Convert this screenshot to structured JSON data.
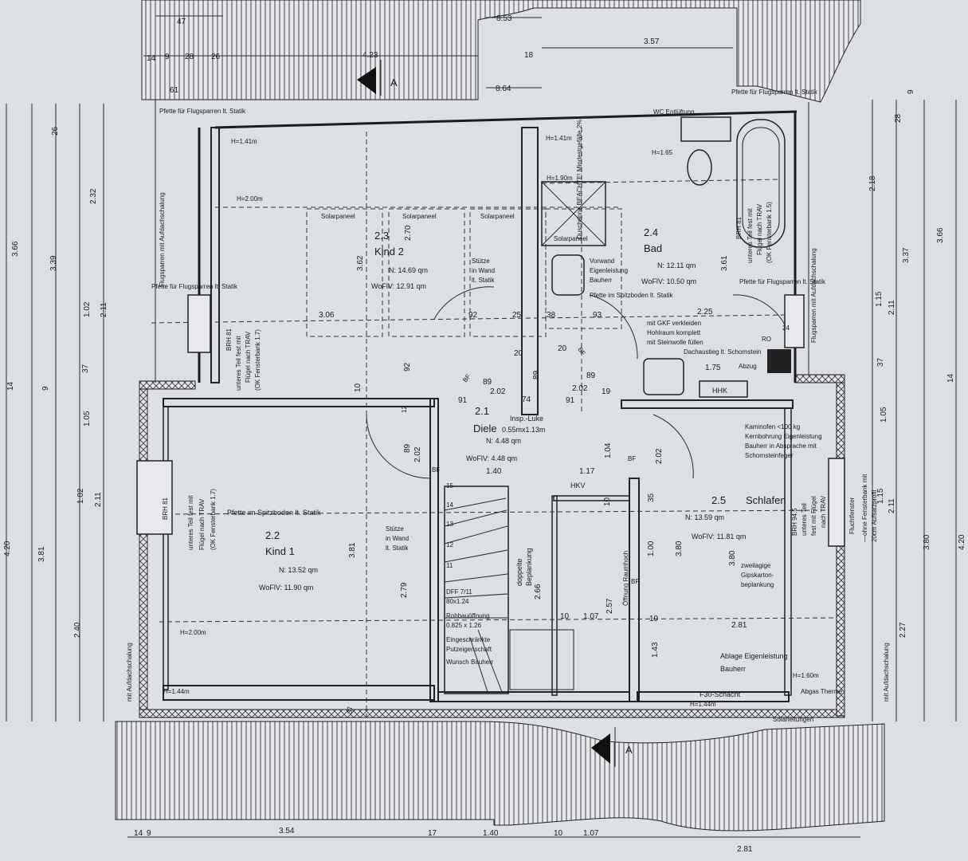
{
  "rooms": {
    "kind2": {
      "number": "2.3",
      "name": "Kind 2",
      "area": "N: 14.69 qm",
      "wofiv": "WoFlV: 12.91 qm"
    },
    "bad": {
      "number": "2.4",
      "name": "Bad",
      "area": "N: 12.11 qm",
      "wofiv": "WoFlV: 10.50 qm"
    },
    "diele": {
      "number": "2.1",
      "name": "Diele",
      "area": "N: 4.48 qm",
      "wofiv": "WoFlV: 4.48 qm",
      "hatch": "Insp.-Luke",
      "hatch_size": "0.55mx1.13m"
    },
    "kind1": {
      "number": "2.2",
      "name": "Kind 1",
      "area": "N: 13.52 qm",
      "wofiv": "WoFlV: 11.90 qm"
    },
    "schlafen": {
      "number": "2.5",
      "name": "Schlafen",
      "area": "N: 13.59 qm",
      "wofiv": "WoFlV: 11.81 qm"
    }
  },
  "labels": {
    "pfette_flug_top": "Pfette für Flugsparren lt. Statik",
    "pfette_flug_left": "Pfette für Flugsparren lt. Statik",
    "pfette_flug_right": "Pfette für Flugsparren lt. Statik",
    "pfette_spitz_top": "Pfette im Spitzboden lt. Statik",
    "pfette_spitz_mid": "Pfette im Spitzboden lt. Statik",
    "flugsparren_left": "Flugsparren mit Aufdachschalung",
    "flugsparren_right": "Flugsparren mit Aufdachschalung",
    "aufdach_left": "mit Aufdachschalung",
    "aufdach_right": "mit Aufdachschalung",
    "solar1": "Solarpaneel",
    "solar2": "Solarpaneel",
    "solar3": "Solarpaneel",
    "solar4": "Solarpaneel",
    "stuetze_top_1": "Stütze",
    "stuetze_top_2": "in Wand",
    "stuetze_top_3": "lt. Statik",
    "stuetze_mid_1": "Stütze",
    "stuetze_mid_2": "in Wand",
    "stuetze_mid_3": "lt. Statik",
    "vorwand_1": "Vorwand",
    "vorwand_2": "Eigenleistung",
    "vorwand_3": "Bauherr",
    "gkf_1": "mit GKF verkleiden",
    "gkf_2": "Hohlraum komplett",
    "gkf_3": "mit Steinwolle füllen",
    "wc": "WC Entlüftung",
    "dusche": "Duschrinne BEACHTE! Mindestgefälle 2%",
    "dachaust": "Dachaustieg lt. Schornstein",
    "kamin_1": "Kaminofen <100 kg",
    "kamin_2": "Kernbohrung Eigenleistung",
    "kamin_3": "Bauherr in Absprache mit",
    "kamin_4": "Schornsteinfeger",
    "gips_1": "zweilagige",
    "gips_2": "Gipskarton-",
    "gips_3": "beplankung",
    "ablage_1": "Ablage Eigenleistung",
    "ablage_2": "Bauherr",
    "f30": "F30-Schacht",
    "therme": "Abgas Therme",
    "solarleitungen": "Solarleitungen",
    "hhk": "HHK",
    "hkv": "HKV",
    "abzug": "Abzug",
    "ro": "RO",
    "doppelte_1": "doppelte",
    "doppelte_2": "Beplankung",
    "oeffnung": "Öffnung Raumhoch",
    "fluchtfenster": "Fluchtfenster",
    "fensterbank_note_1": "—ohne Fensterbank mit",
    "fensterbank_note_2": "20cm Aufsatzprofil",
    "brh_kind2": "BRH 81",
    "brh_kind1": "BRH 81",
    "brh_bad": "BRH 81",
    "brh_schlaf": "BRH 94.5",
    "fenster_kind2_1": "unteres Teil fest mit",
    "fenster_kind2_2": "Flügel nach TRAV",
    "fenster_kind2_3": "(OK Fensterbank 1.7)",
    "fenster_kind1_1": "unteres Teil fest mit",
    "fenster_kind1_2": "Flügel nach TRAV",
    "fenster_kind1_3": "(OK Fensterbank 1.7)",
    "fenster_bad_1": "unteres Teil fest mit",
    "fenster_bad_2": "Flügel nach TRAV",
    "fenster_bad_3": "(OK Fensterbank 1.5)",
    "fenster_schlaf_1": "unteres Teil",
    "fenster_schlaf_2": "fest mit Flügel",
    "fenster_schlaf_3": "nach TRAV",
    "stair_1": "DFF 7/11",
    "stair_2": "80x1.24",
    "stair_3": "Rohbauöffnung",
    "stair_4": "0.825 x 1.26",
    "stair_5": "Eingeschränkte",
    "stair_6": "Putzeigenschaft",
    "stair_7": "Wunsch Bauherr",
    "h141_a": "H=1.41m",
    "h141_b": "H=1.41m",
    "h200_a": "H=2.00m",
    "h190": "H=1.90m",
    "h165": "H=1.65",
    "h200_b": "H=2.00m",
    "h144_a": "H=1.44m",
    "h144_b": "H=1.44m",
    "h160": "H=1.60m",
    "bf1": "BF",
    "bf2": "BF",
    "bf3": "BF",
    "bf4": "BF",
    "bf5": "BF",
    "section_a": "A"
  },
  "dims": {
    "top_1": "8.53",
    "top_2": "4.23",
    "top_3": "8.64",
    "top_4": "3.57",
    "top_5": "18",
    "top_6": "47",
    "top_7": "28",
    "top_8": "26",
    "top_9": "61",
    "top_10": "14",
    "top_11": "9",
    "left_1": "3.66",
    "left_2": "3.39",
    "left_3": "2.32",
    "left_4": "1.02",
    "left_5": "2.11",
    "left_6": "1.05",
    "left_7": "37",
    "left_8": "1.02",
    "left_9": "2.11",
    "left_10": "4.20",
    "left_11": "3.81",
    "left_12": "2.40",
    "left_13": "14",
    "left_14": "9",
    "left_15": "26",
    "right_1": "3.66",
    "right_2": "3.37",
    "right_3": "2.18",
    "right_4": "1.15",
    "right_5": "2.11",
    "right_6": "37",
    "right_7": "1.05",
    "right_8": "1.15",
    "right_9": "2.11",
    "right_10": "3.80",
    "right_11": "4.20",
    "right_12": "2.27",
    "right_13": "28",
    "right_14": "14",
    "right_15": "9",
    "bottom_1": "3.54",
    "bottom_2": "1.40",
    "bottom_3": "1.07",
    "bottom_4": "2.81",
    "bottom_5": "10",
    "bottom_6": "17",
    "bottom_7": "14",
    "bottom_8": "9",
    "in_306": "3.06",
    "in_362": "3.62",
    "in_270": "2.70",
    "in_225": "2.25",
    "in_361": "3.61",
    "in_92a": "92",
    "in_25": "25",
    "in_38": "38",
    "in_93": "93",
    "in_10a": "10",
    "in_92b": "92",
    "in_89a": "89",
    "in_202a": "2.02",
    "in_91a": "91",
    "in_74": "74",
    "in_91b": "91",
    "in_202b": "2.02",
    "in_89b": "89",
    "in_19": "19",
    "in_20a": "20",
    "in_20b": "20",
    "in_89c": "89",
    "in_202c": "2.02",
    "in_140": "1.40",
    "in_117": "1.17",
    "in_104": "1.04",
    "in_89d": "89",
    "in_202d": "2.02",
    "in_381": "3.81",
    "in_279": "2.79",
    "in_266": "2.66",
    "in_10b": "10",
    "in_107": "1.07",
    "in_257": "2.57",
    "in_10c": "10",
    "in_143": "1.43",
    "in_10d": "10",
    "in_35": "35",
    "in_100": "1.00",
    "in_380a": "3.80",
    "in_380b": "3.80",
    "in_281": "2.81",
    "in_15": "15",
    "in_14": "14",
    "in_13": "13",
    "in_12": "12",
    "in_11": "11",
    "in_175": "1.75",
    "in_24": "24",
    "in_12b": "12",
    "in_37": "37"
  },
  "colors": {
    "paper": "#dcdfe3",
    "ink": "#1c1c1c"
  }
}
